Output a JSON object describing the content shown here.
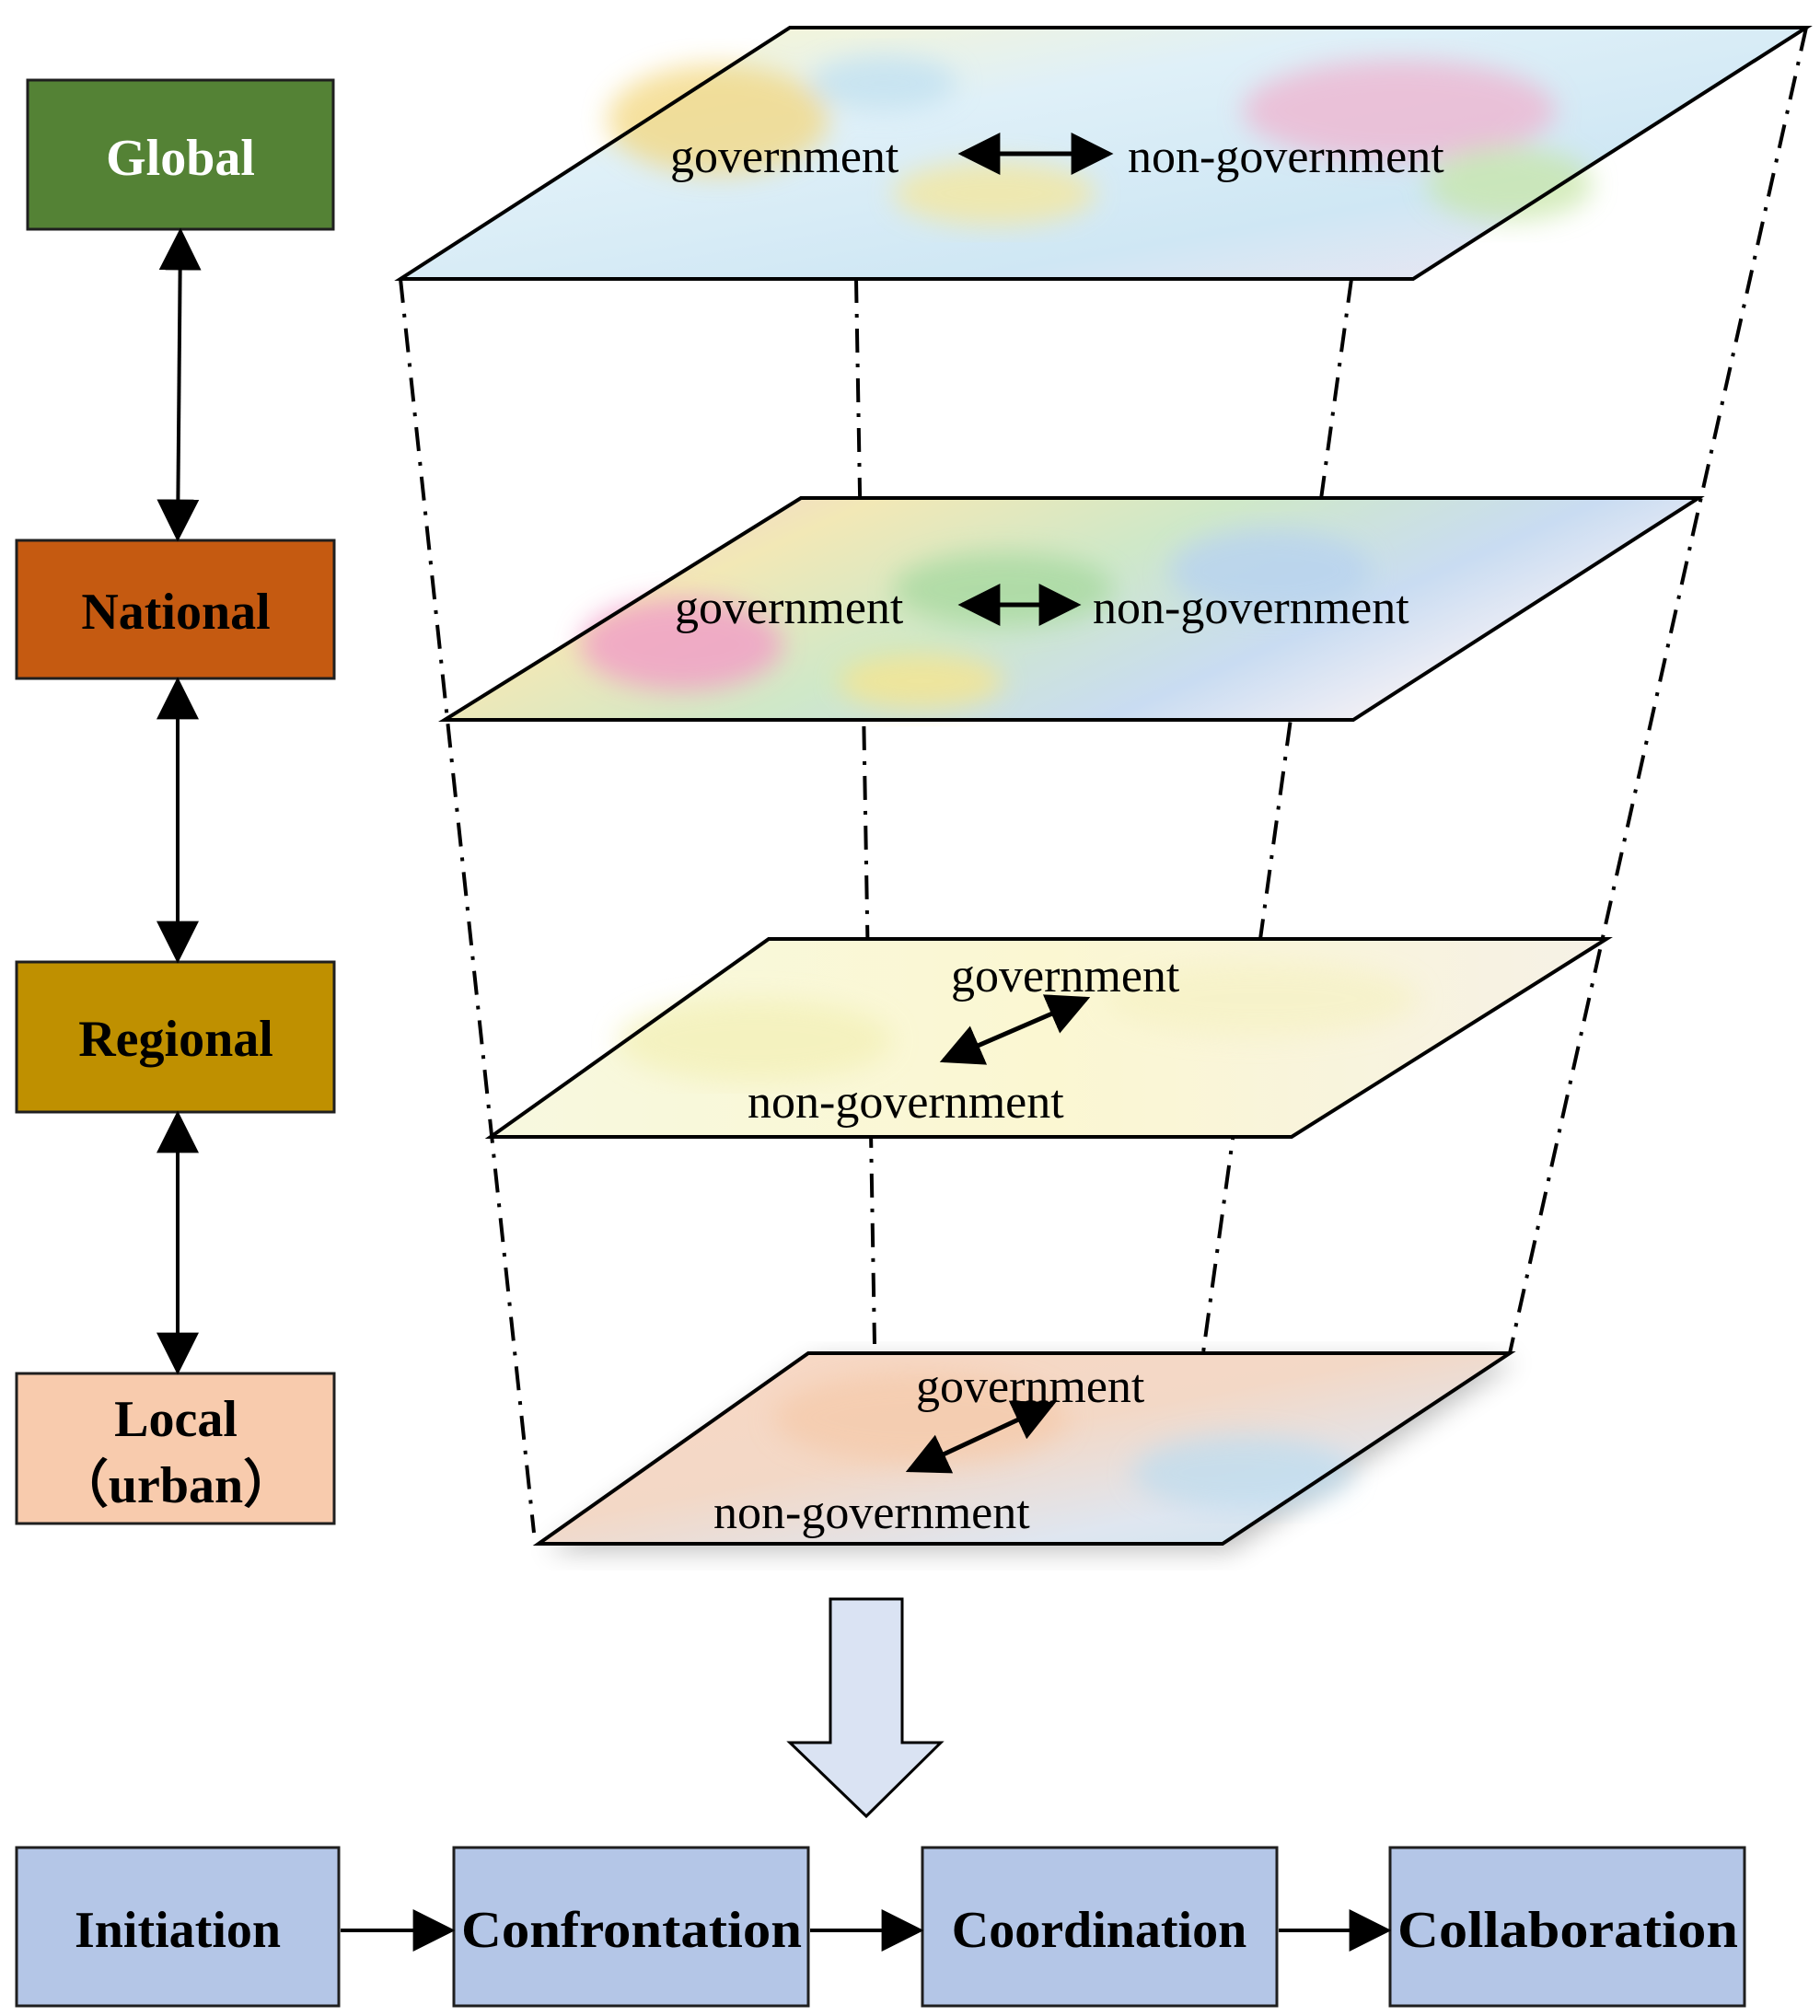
{
  "colors": {
    "global": "#548235",
    "national": "#c55a11",
    "regional": "#bf9000",
    "local": "#f8cbad",
    "process": "#b4c6e7",
    "big_arrow": "#dae3f3",
    "stroke": "#000000"
  },
  "levels": [
    {
      "label": "Global",
      "color": "#548235",
      "text_color": "#ffffff"
    },
    {
      "label": "National",
      "color": "#c55a11",
      "text_color": "#000000"
    },
    {
      "label": "Regional",
      "color": "#bf9000",
      "text_color": "#000000"
    },
    {
      "label": "Local",
      "label2": "（urban）",
      "color": "#f8cbad",
      "text_color": "#000000"
    }
  ],
  "planes": [
    {
      "gov": "government",
      "nongov": "non-government",
      "arrow": "horizontal"
    },
    {
      "gov": "government",
      "nongov": "non-government",
      "arrow": "horizontal"
    },
    {
      "gov": "government",
      "nongov": "non-government",
      "arrow": "diagonal"
    },
    {
      "gov": "government",
      "nongov": "non-government",
      "arrow": "diagonal"
    }
  ],
  "process": [
    {
      "label": "Initiation"
    },
    {
      "label": "Confrontation"
    },
    {
      "label": "Coordination"
    },
    {
      "label": "Collaboration"
    }
  ]
}
